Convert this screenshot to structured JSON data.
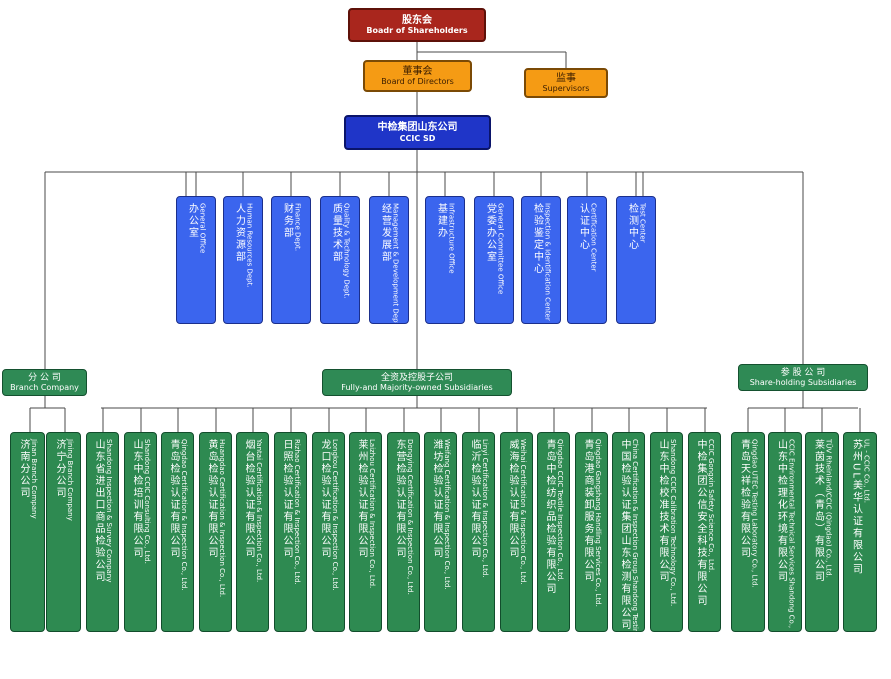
{
  "shareholders": {
    "zh": "股东会",
    "en": "Boadr of Shareholders"
  },
  "board": {
    "zh": "董事会",
    "en": "Board of Directors"
  },
  "supervisors": {
    "zh": "监事",
    "en": "Supervisors"
  },
  "company": {
    "zh": "中检集团山东公司",
    "en": "CCIC SD"
  },
  "departments": [
    {
      "zh": "办公室",
      "en": "General Office"
    },
    {
      "zh": "人力资源部",
      "en": "Human Resources Dept."
    },
    {
      "zh": "财务部",
      "en": "Finance Dept."
    },
    {
      "zh": "质量技术部",
      "en": "Quality & Technology Dept."
    },
    {
      "zh": "经营发展部",
      "en": "Management & Development Dept."
    },
    {
      "zh": "基建办",
      "en": "Infrastructure Office"
    },
    {
      "zh": "党委办公室",
      "en": "General Committee Office"
    },
    {
      "zh": "检验鉴定中心",
      "en": "Inspection & Identification Center"
    },
    {
      "zh": "认证中心",
      "en": "Certification Center"
    },
    {
      "zh": "检测中心",
      "en": "Test Center"
    }
  ],
  "branch": {
    "zh": "分 公 司",
    "en": "Branch Company"
  },
  "subsidiaries": {
    "zh": "全资及控股子公司",
    "en": "Fully-and Majority-owned Subsidiaries"
  },
  "shareholding": {
    "zh": "参 股 公 司",
    "en": "Share-holding Subsidiaries"
  },
  "branches": [
    {
      "zh": "济南分公司",
      "en": "Jinan Branch Company"
    },
    {
      "zh": "济宁分公司",
      "en": "Jining Branch Company"
    }
  ],
  "subs": [
    {
      "zh": "山东省进出口商品检验公司",
      "en": "Shandong Inspection & Survey Company"
    },
    {
      "zh": "山东中检培训有限公司",
      "en": "Shandong CCIC Consulting Co., Ltd."
    },
    {
      "zh": "青岛检验认证有限公司",
      "en": "Qingdao Certification & Inspection Co., Ltd."
    },
    {
      "zh": "黄岛检验认证有限公司",
      "en": "Huangdao Certification & Inspection Co., Ltd."
    },
    {
      "zh": "烟台检验认证有限公司",
      "en": "Yantai Certification & Inspection Co., Ltd."
    },
    {
      "zh": "日照检验认证有限公司",
      "en": "Rizhao Certification & Inspection Co., Ltd."
    },
    {
      "zh": "龙口检验认证有限公司",
      "en": "Longkou Certification & Inspection Co., Ltd."
    },
    {
      "zh": "莱州检验认证有限公司",
      "en": "Laizhou Certification & Inspection Co., Ltd."
    },
    {
      "zh": "东营检验认证有限公司",
      "en": "Dongying Certification & Inspection Co., Ltd."
    },
    {
      "zh": "潍坊检验认证有限公司",
      "en": "Weifang Certification & Inspection Co., Ltd."
    },
    {
      "zh": "临沂检验认证有限公司",
      "en": "Linyi Certification & Inspection Co., Ltd."
    },
    {
      "zh": "威海检验认证有限公司",
      "en": "Weihai Certification & Inspection Co., Ltd."
    },
    {
      "zh": "青岛中检纺织品检验有限公司",
      "en": "Qingdao CCIC Textile Inspection Co., Ltd."
    },
    {
      "zh": "青岛港商装卸服务有限公司",
      "en": "Qingdao Gangshang Handling Services Co., Ltd."
    },
    {
      "zh": "中国检验认证集团山东检测有限公司",
      "en": "China Certification & Inspection Group Shandong Testing Co., Ltd."
    },
    {
      "zh": "山东中检校准技术有限公司",
      "en": "Shandong CCIC Calibration Technology Co., Ltd."
    },
    {
      "zh": "中检集团公信安全科技有限公司",
      "en": "CCIC Gongxin Safety Science Co., Ltd."
    }
  ],
  "holdings": [
    {
      "zh": "青岛天祥检验有限公司",
      "en": "Qingdao UTEC Testing Laboratory Co., Ltd."
    },
    {
      "zh": "山东中检理化环境有限公司",
      "en": "CCIC Environmental Technical Services Shandong Co., Ltd."
    },
    {
      "zh": "莱茵技术（青岛）有限公司",
      "en": "TÜV Rheinland/CCIC (Qingdao) Co., Ltd."
    },
    {
      "zh": "苏州UL美华认证有限公司",
      "en": "UL - CCIC Co., Ltd."
    }
  ]
}
